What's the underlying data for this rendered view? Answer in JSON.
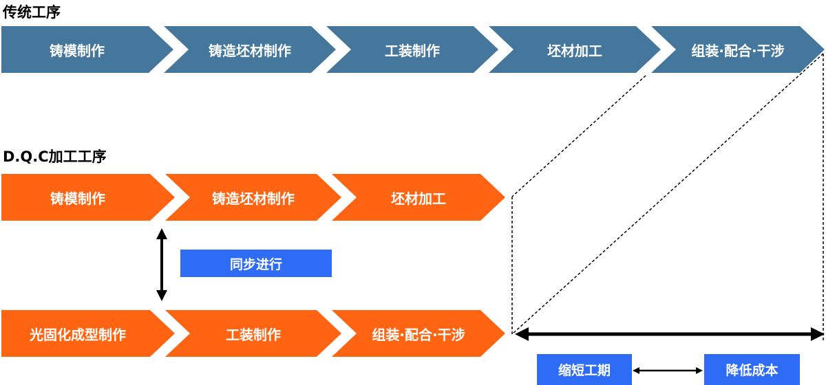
{
  "traditional": {
    "title": "传统工序",
    "steps": [
      "铸模制作",
      "铸造坯材制作",
      "工装制作",
      "坯材加工",
      "组装·配合·干涉"
    ],
    "color": "#45779c"
  },
  "dqc": {
    "title": "D.Q.C加工工序",
    "row1": [
      "铸模制作",
      "铸造坯材制作",
      "坯材加工"
    ],
    "row2": [
      "光固化成型制作",
      "工装制作",
      "组装·配合·干涉"
    ],
    "color": "#fe6411",
    "sync_label": "同步进行"
  },
  "benefits": {
    "shorten_label": "缩短工期",
    "reduce_label": "降低成本",
    "color": "#2e6cf5"
  }
}
